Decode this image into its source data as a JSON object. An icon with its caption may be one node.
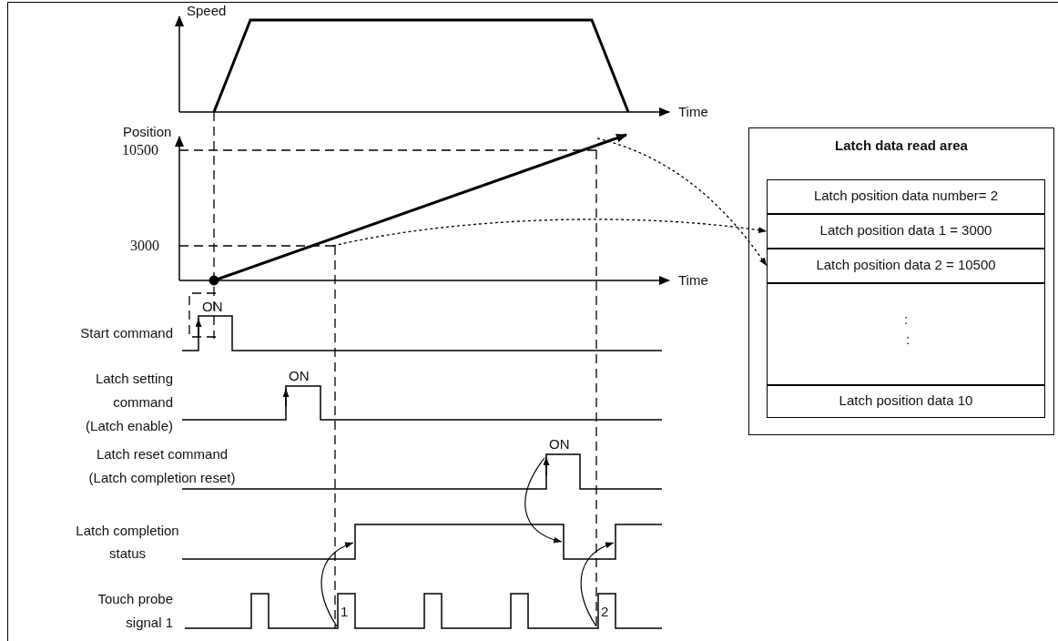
{
  "diagram": {
    "nodes": [
      {
        "text": [
          "Latch data read area"
        ]
      },
      {
        "text": [
          "Latch position data number= 2"
        ],
        "in": 0
      },
      {
        "text": [
          "Latch position data 1 = 3000"
        ],
        "in": 0
      },
      {
        "text": [
          "Latch position data 2 = 10500"
        ],
        "in": 0
      },
      {
        "text": [
          ":",
          ":"
        ],
        "in": 0
      },
      {
        "text": [
          "Latch position data 10"
        ],
        "in": 0
      }
    ],
    "edges": [
      {
        "from": null,
        "to": 2,
        "arrow": "to",
        "style": "dashed"
      },
      {
        "from": null,
        "to": 3,
        "arrow": "to",
        "style": "dashed"
      }
    ],
    "labels": [
      "Speed",
      "Time",
      "Position",
      "10500",
      "3000",
      "Time",
      "ON",
      "Start command",
      "Latch setting command (Latch enable)",
      "ON",
      "Latch reset command (Latch completion reset)",
      "ON",
      "Latch completion status",
      "Touch probe signal 1",
      "1",
      "2"
    ]
  }
}
